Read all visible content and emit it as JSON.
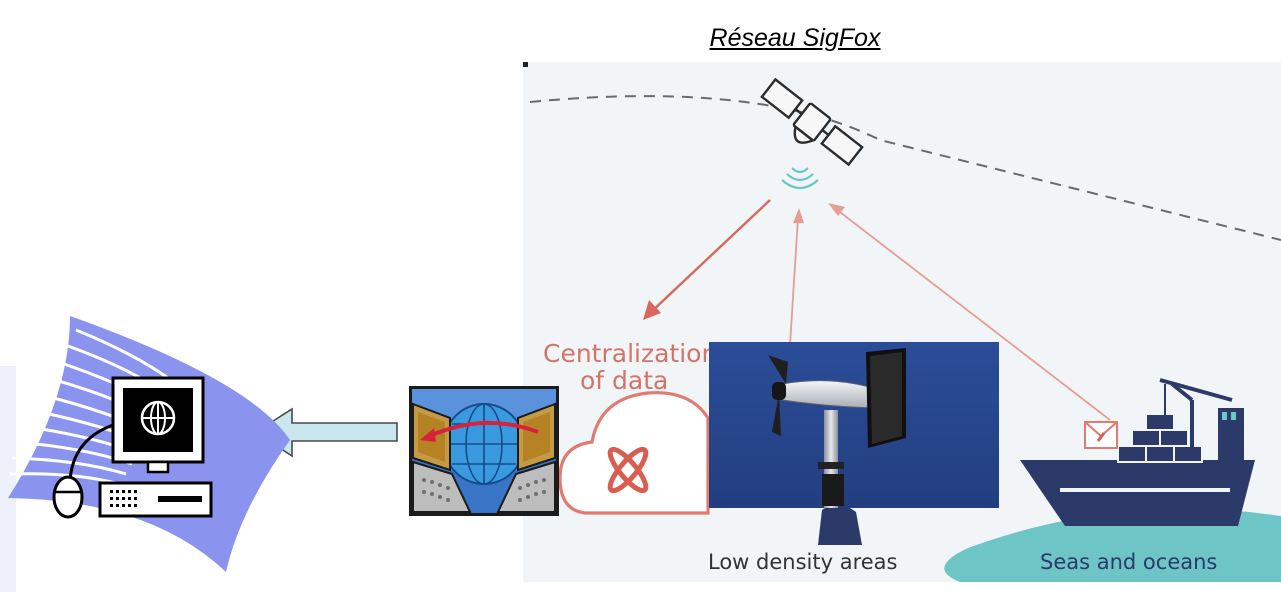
{
  "title": "Réseau SigFox",
  "labels": {
    "centralization_line1": "Centralization",
    "centralization_line2": "of data",
    "low_density": "Low density areas",
    "seas": "Seas and oceans"
  },
  "colors": {
    "background": "#ffffff",
    "panel_bg": "#f1f5f7",
    "arrow_red": "#d9675a",
    "label_red": "#d37468",
    "sea_teal": "#6ec5c6",
    "navy": "#2c3a6a",
    "fan_blue": "#8a94ee",
    "weather_station_bg": "#2a4a92",
    "flow_arrow_fill": "#c9e7ec"
  },
  "icons": [
    "satellite-icon",
    "cloud-icon",
    "sigfox-logo-icon",
    "weather-station-image",
    "network-transfer-icon",
    "computer-icon",
    "ship-icon",
    "crane-icon",
    "envelope-icon",
    "transmit-arrow"
  ]
}
